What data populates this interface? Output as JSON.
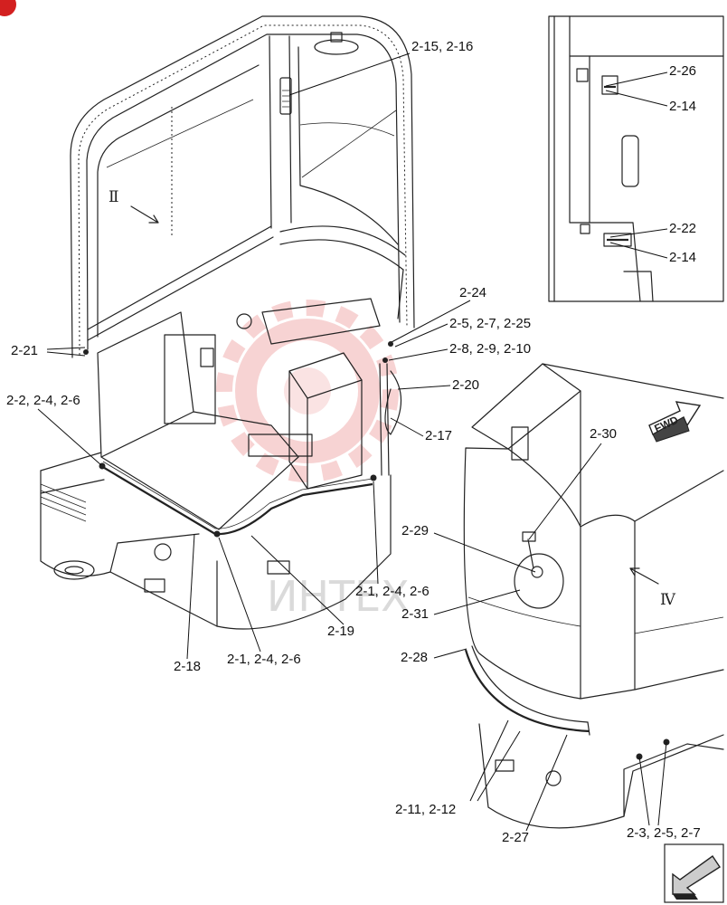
{
  "callouts": [
    {
      "text": "2-15, 2-16"
    },
    {
      "text": "2-26"
    },
    {
      "text": "2-14"
    },
    {
      "text": "2-22"
    },
    {
      "text": "2-14"
    },
    {
      "text": "2-24"
    },
    {
      "text": "2-5, 2-7, 2-25"
    },
    {
      "text": "2-8, 2-9, 2-10"
    },
    {
      "text": "2-20"
    },
    {
      "text": "2-17"
    },
    {
      "text": "2-21"
    },
    {
      "text": "2-2, 2-4, 2-6"
    },
    {
      "text": "2-30"
    },
    {
      "text": "2-29"
    },
    {
      "text": "2-31"
    },
    {
      "text": "2-1, 2-4, 2-6"
    },
    {
      "text": "2-19"
    },
    {
      "text": "2-18"
    },
    {
      "text": "2-1, 2-4, 2-6"
    },
    {
      "text": "2-28"
    },
    {
      "text": "2-11, 2-12"
    },
    {
      "text": "2-27"
    },
    {
      "text": "2-3, 2-5, 2-7"
    }
  ],
  "view_markers": {
    "view_ii": "Ⅱ",
    "view_iv": "Ⅳ"
  },
  "direction_arrow": {
    "label": "FWD",
    "icon": "arrow-right-icon"
  },
  "navigation": {
    "icon": "arrow-down-left-icon"
  },
  "watermark": {
    "text": "ИНТЕХ",
    "logo": "gear-logo",
    "color": "#f0a8a8"
  },
  "colors": {
    "line": "#222222",
    "badge": "#d32020",
    "background": "#ffffff"
  }
}
